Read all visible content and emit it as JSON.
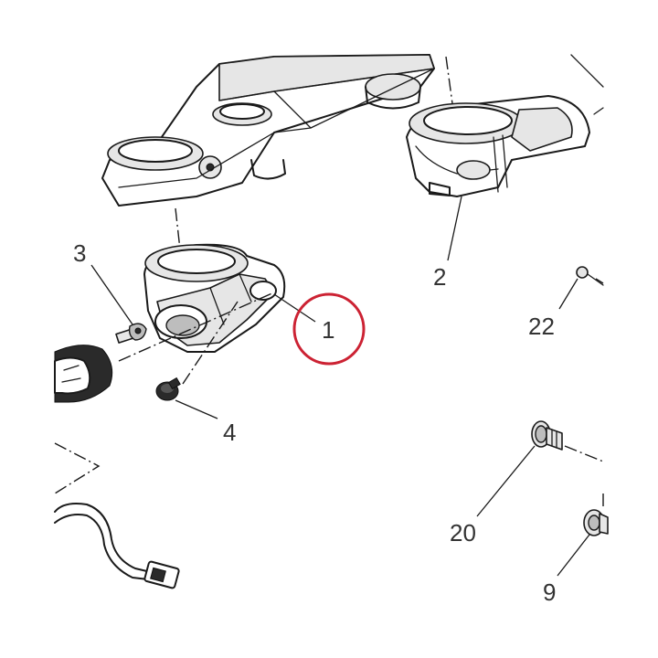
{
  "callouts": {
    "p1": "1",
    "p2": "2",
    "p3": "3",
    "p4": "4",
    "p22": "22",
    "p20": "20",
    "p9": "9"
  },
  "highlight": {
    "target": "1",
    "color": "#cc2233"
  }
}
